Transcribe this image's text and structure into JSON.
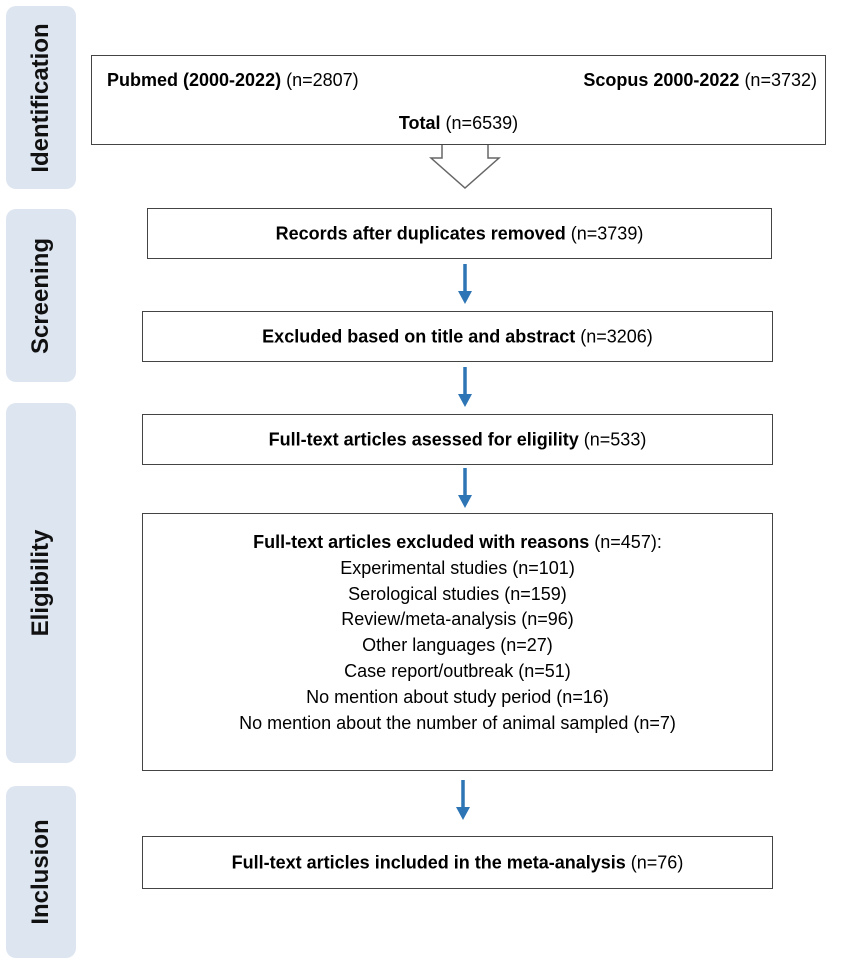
{
  "colors": {
    "phase_bg": "#dde5f1",
    "arrow": "#2e75b6",
    "box_border": "#444444",
    "hollow_arrow": "#666666"
  },
  "phases": {
    "identification": "Identification",
    "screening": "Screening",
    "eligibility": "Eligibility",
    "inclusion": "Inclusion"
  },
  "identification_box": {
    "pubmed_label": "Pubmed (2000-2022)",
    "pubmed_count": " (n=2807)",
    "scopus_label": "Scopus 2000-2022",
    "scopus_count": " (n=3732)",
    "total_label": "Total",
    "total_count": " (n=6539)"
  },
  "duplicates_box": {
    "label": "Records after duplicates removed",
    "count": " (n=3739)"
  },
  "excluded_title_box": {
    "label": "Excluded based on title and abstract",
    "count": " (n=3206)"
  },
  "fulltext_assessed_box": {
    "label": "Full-text articles asessed for eligility",
    "count": " (n=533)"
  },
  "fulltext_excluded_box": {
    "label": "Full-text articles excluded with reasons",
    "count": " (n=457):",
    "reasons": [
      "Experimental studies (n=101)",
      "Serological studies (n=159)",
      "Review/meta-analysis (n=96)",
      "Other languages (n=27)",
      "Case report/outbreak (n=51)",
      "No mention about study period (n=16)",
      "No mention about the number of animal sampled (n=7)"
    ]
  },
  "included_box": {
    "label": "Full-text articles included in the meta-analysis",
    "count": " (n=76)"
  }
}
